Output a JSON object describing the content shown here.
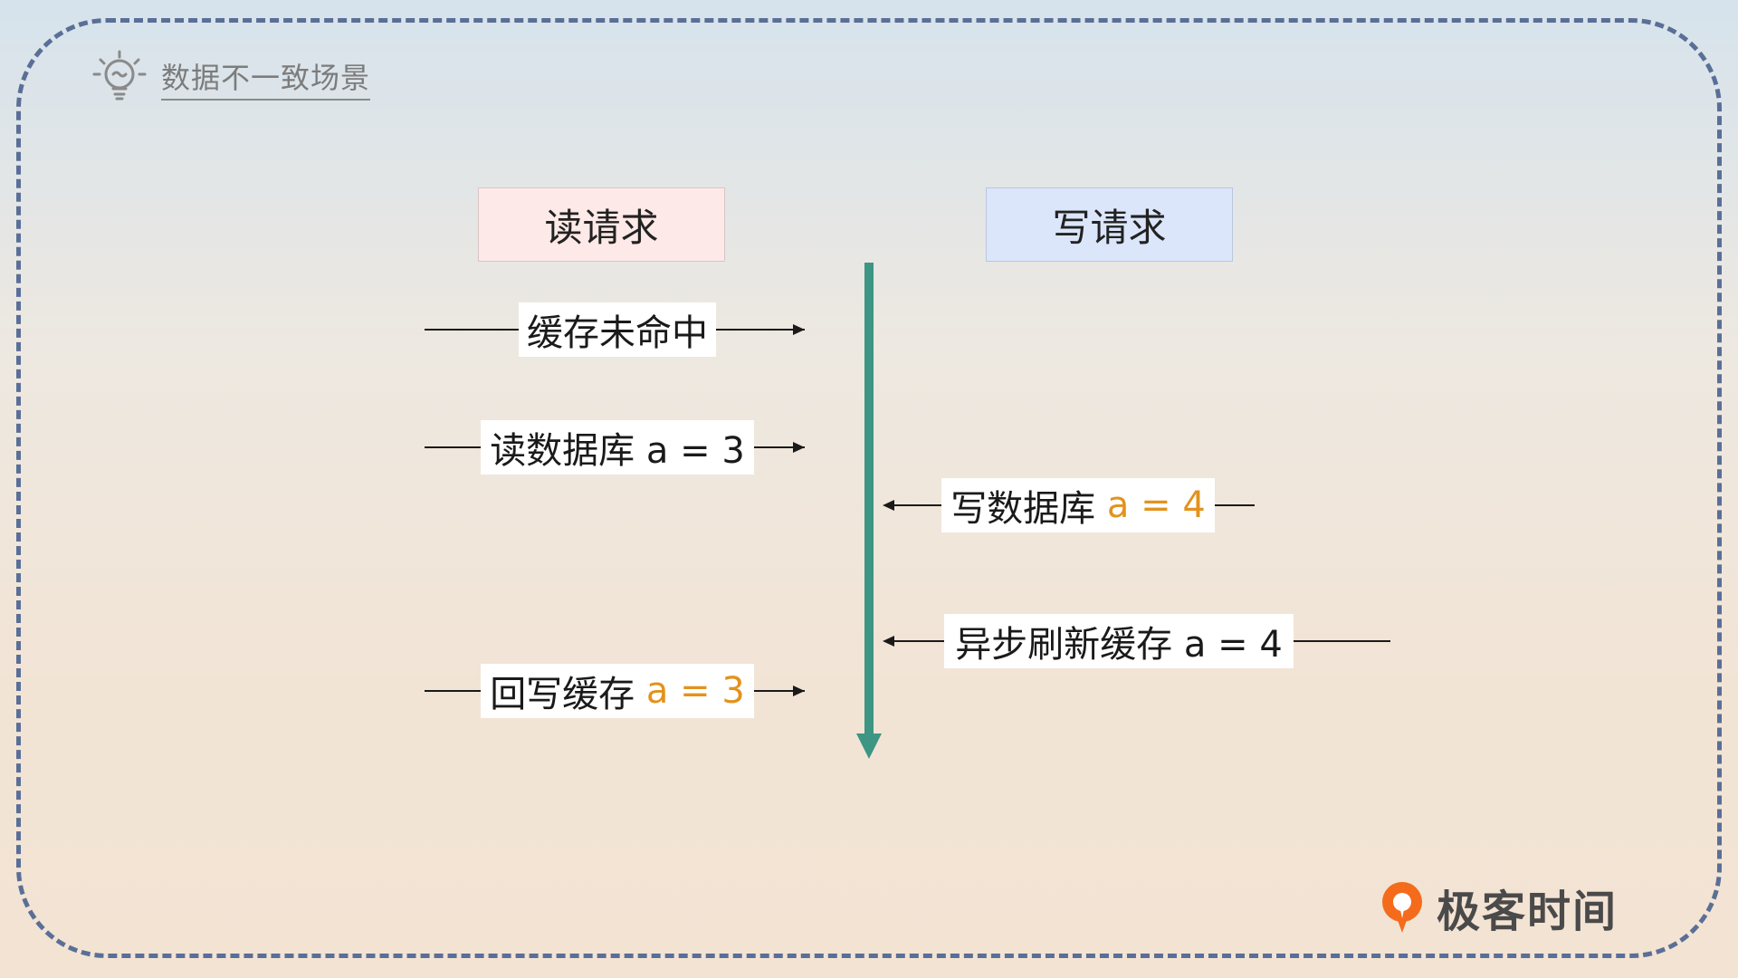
{
  "hint": {
    "text": "数据不一致场景",
    "icon": "lightbulb-icon"
  },
  "headers": {
    "read": "读请求",
    "write": "写请求"
  },
  "steps": {
    "cache_miss": {
      "text": "缓存未命中"
    },
    "read_db": {
      "text": "读数据库 a = 3"
    },
    "write_db": {
      "prefix": "写数据库 ",
      "value": "a = 4"
    },
    "async_refresh": {
      "text": "异步刷新缓存 a = 4"
    },
    "write_back": {
      "prefix": "回写缓存 ",
      "value": "a = 3"
    }
  },
  "brand": {
    "name": "极客时间",
    "icon": "geektime-logo-icon"
  },
  "colors": {
    "read_header_bg": "#fde9e7",
    "write_header_bg": "#dbe6fb",
    "timeline": "#3d9584",
    "highlight": "#e3921c",
    "frame": "#5a6f97",
    "logo_orange": "#f46b1c"
  }
}
